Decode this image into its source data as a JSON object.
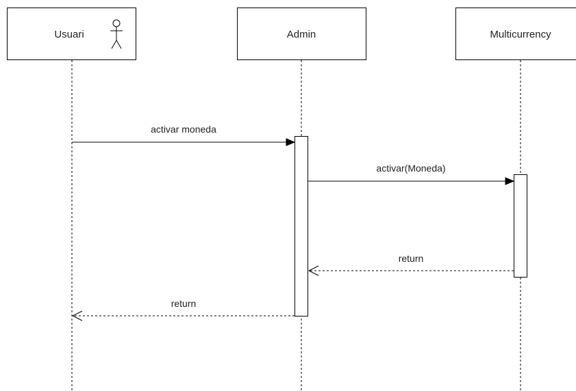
{
  "participants": {
    "usuari": {
      "label": "Usuari",
      "icon": "actor-icon"
    },
    "admin": {
      "label": "Admin"
    },
    "multicurrency": {
      "label": "Multicurrency"
    }
  },
  "messages": [
    {
      "from": "usuari",
      "to": "admin",
      "label": "activar moneda",
      "style": "solid"
    },
    {
      "from": "admin",
      "to": "multicurrency",
      "label": "activar(Moneda)",
      "style": "solid"
    },
    {
      "from": "multicurrency",
      "to": "admin",
      "label": "return",
      "style": "dashed"
    },
    {
      "from": "admin",
      "to": "usuari",
      "label": "return",
      "style": "dashed"
    }
  ]
}
